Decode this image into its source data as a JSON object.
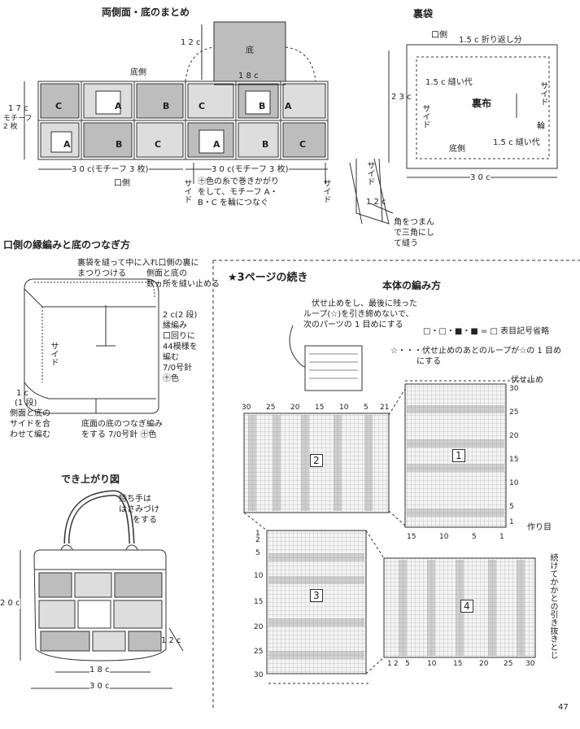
{
  "section1": {
    "title": "両側面・底のまとめ",
    "label_bottom_side": "底側",
    "label_mouth_side": "口側",
    "label_bottom": "底",
    "label_12c": "1 2 c",
    "label_18c": "1 8 c",
    "label_17c": "1 7 c",
    "label_motif2": "モチーフ 2 枚",
    "label_30c_left": "3 0 c(モチーフ 3 枚)",
    "label_30c_right": "3 0 c(モチーフ 3 枚)",
    "label_side_left": "サイド",
    "label_side_right": "サイド",
    "note_line1": "㊉色の糸で巻きかがり",
    "note_line2": "をして、モチーフ A・",
    "note_line3": "B・C を輪につなぐ",
    "motifs": [
      "C",
      "A",
      "B",
      "C",
      "B",
      "A",
      "A",
      "B",
      "C",
      "A",
      "B",
      "C"
    ]
  },
  "section2": {
    "title": "裏袋",
    "label_mouth": "口側",
    "label_fold": "1.5 c 折り返し分",
    "label_seam_left": "1.5 c 縫い代",
    "label_seam_bottom": "1.5 c 縫い代",
    "label_lining": "裏布",
    "label_23c": "2 3 c",
    "label_30c": "3 0 c",
    "label_side_a": "サイド",
    "label_side_b": "サイド",
    "label_ring": "輪",
    "label_bottom": "底側",
    "label_side_c": "サイド",
    "label_12c": "1 2 c",
    "corner_note1": "角をつまん",
    "corner_note2": "で三角にし",
    "corner_note3": "て縫う"
  },
  "section3": {
    "title": "口側の縁編みと底のつなぎ方",
    "note1": "裏袋を縫って中に入れ口側の裏に",
    "note2": "まつりつける",
    "note3": "側面と底の",
    "note4": "数ヵ所を縫い止める",
    "label_side": "サイド",
    "edge1": "2 c(2 段)",
    "edge2": "縁編み",
    "edge3": "口回りに",
    "edge4": "44模様を",
    "edge5": "編む",
    "edge6": "7/0号針",
    "edge7": "㊉色",
    "row1": "1 c",
    "row2": "(1 段)",
    "row3": "側面と底の",
    "row4": "サイドを合",
    "row5": "わせて編む",
    "join1": "底面の底のつなぎ編み",
    "join2": "をする  7/0号針 ㊉色"
  },
  "section4": {
    "title": "でき上がり図",
    "handle1": "持ち手は",
    "handle2": "はさみづけ",
    "handle3": "をする",
    "label_20c": "2 0 c",
    "label_12c": "1 2 c",
    "label_18c": "1 8 c",
    "label_30c": "3 0 c"
  },
  "section5": {
    "title": "★3ページの続き",
    "subtitle": "本体の編み方",
    "note1": "伏せ止めをし、最後に残った",
    "note2": "ループ(☆)を引き締めないで、",
    "note3": "次のパーツの 1 目めにする",
    "legend": "□・□・■・■ = □ 表目記号省略",
    "note4": "☆・・・伏せ止めのあとのループが☆の 1 目め",
    "note5": "にする",
    "bind_off": "伏せ止め",
    "cast_on": "作り目",
    "continue_note": "続けてかかとの引き抜きとじ",
    "charts": [
      "1",
      "2",
      "3",
      "4"
    ],
    "ticks_chart2_top": [
      "30",
      "25",
      "20",
      "15",
      "10",
      "5",
      "21"
    ],
    "ticks_chart1_side": [
      "30",
      "25",
      "20",
      "15",
      "10",
      "5",
      "1"
    ],
    "ticks_chart1_bottom": [
      "15",
      "10",
      "5",
      "1"
    ],
    "ticks_chart3_side": [
      "1",
      "2",
      "5",
      "10",
      "15",
      "20",
      "25",
      "30"
    ],
    "ticks_chart4_bottom": [
      "1",
      "2",
      "5",
      "10",
      "15",
      "20",
      "25",
      "30"
    ]
  },
  "page_number": "47"
}
